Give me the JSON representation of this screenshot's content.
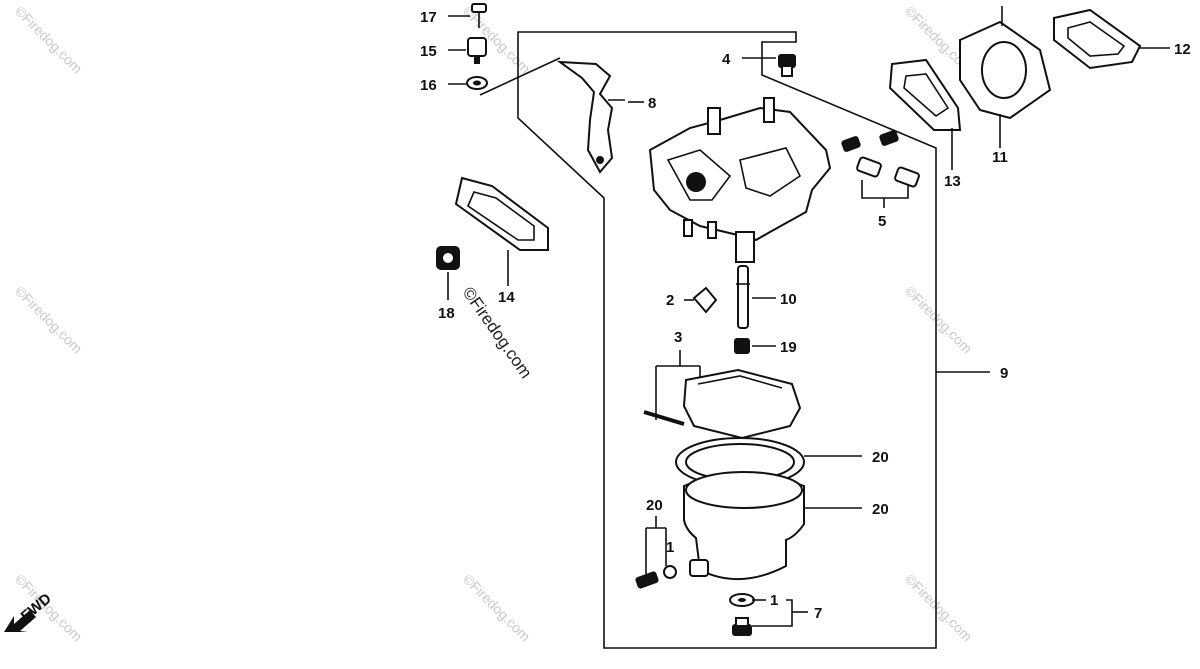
{
  "watermarks": [
    "©Firedog.com",
    "©Firedog.com",
    "©Firedog.com",
    "©Firedog.com",
    "©Firedog.com",
    "©Firedog.com",
    "©Firedog.com",
    "©Firedog.com"
  ],
  "main_watermark": "©Firedog.com",
  "fwd_label": "FWD",
  "callouts": {
    "p17": "17",
    "p15": "15",
    "p16": "16",
    "p18": "18",
    "p14": "14",
    "p4": "4",
    "p8": "8",
    "p5": "5",
    "p13": "13",
    "p11": "11",
    "p12": "12",
    "p2": "2",
    "p10": "10",
    "p19": "19",
    "p3": "3",
    "p9": "9",
    "p20a": "20",
    "p20b": "20",
    "p20c": "20",
    "p1a": "1",
    "p1b": "1",
    "p7": "7"
  }
}
